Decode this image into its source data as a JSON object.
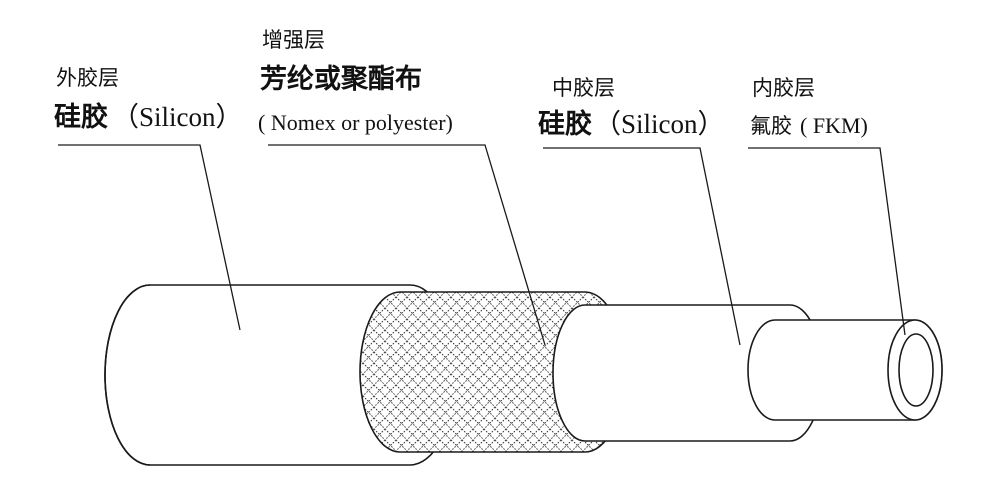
{
  "labels": {
    "outer": {
      "title": "外胶层",
      "material_cn": "硅胶",
      "material_en": "（Silicon）"
    },
    "reinforcement": {
      "title": "增强层",
      "material_cn": "芳纶或聚酯布",
      "material_en": "( Nomex or polyester)"
    },
    "middle": {
      "title": "中胶层",
      "material_cn": "硅胶",
      "material_en": "（Silicon）"
    },
    "inner": {
      "title": "内胶层",
      "material_cn": "氟胶",
      "material_en": "( FKM)"
    }
  }
}
